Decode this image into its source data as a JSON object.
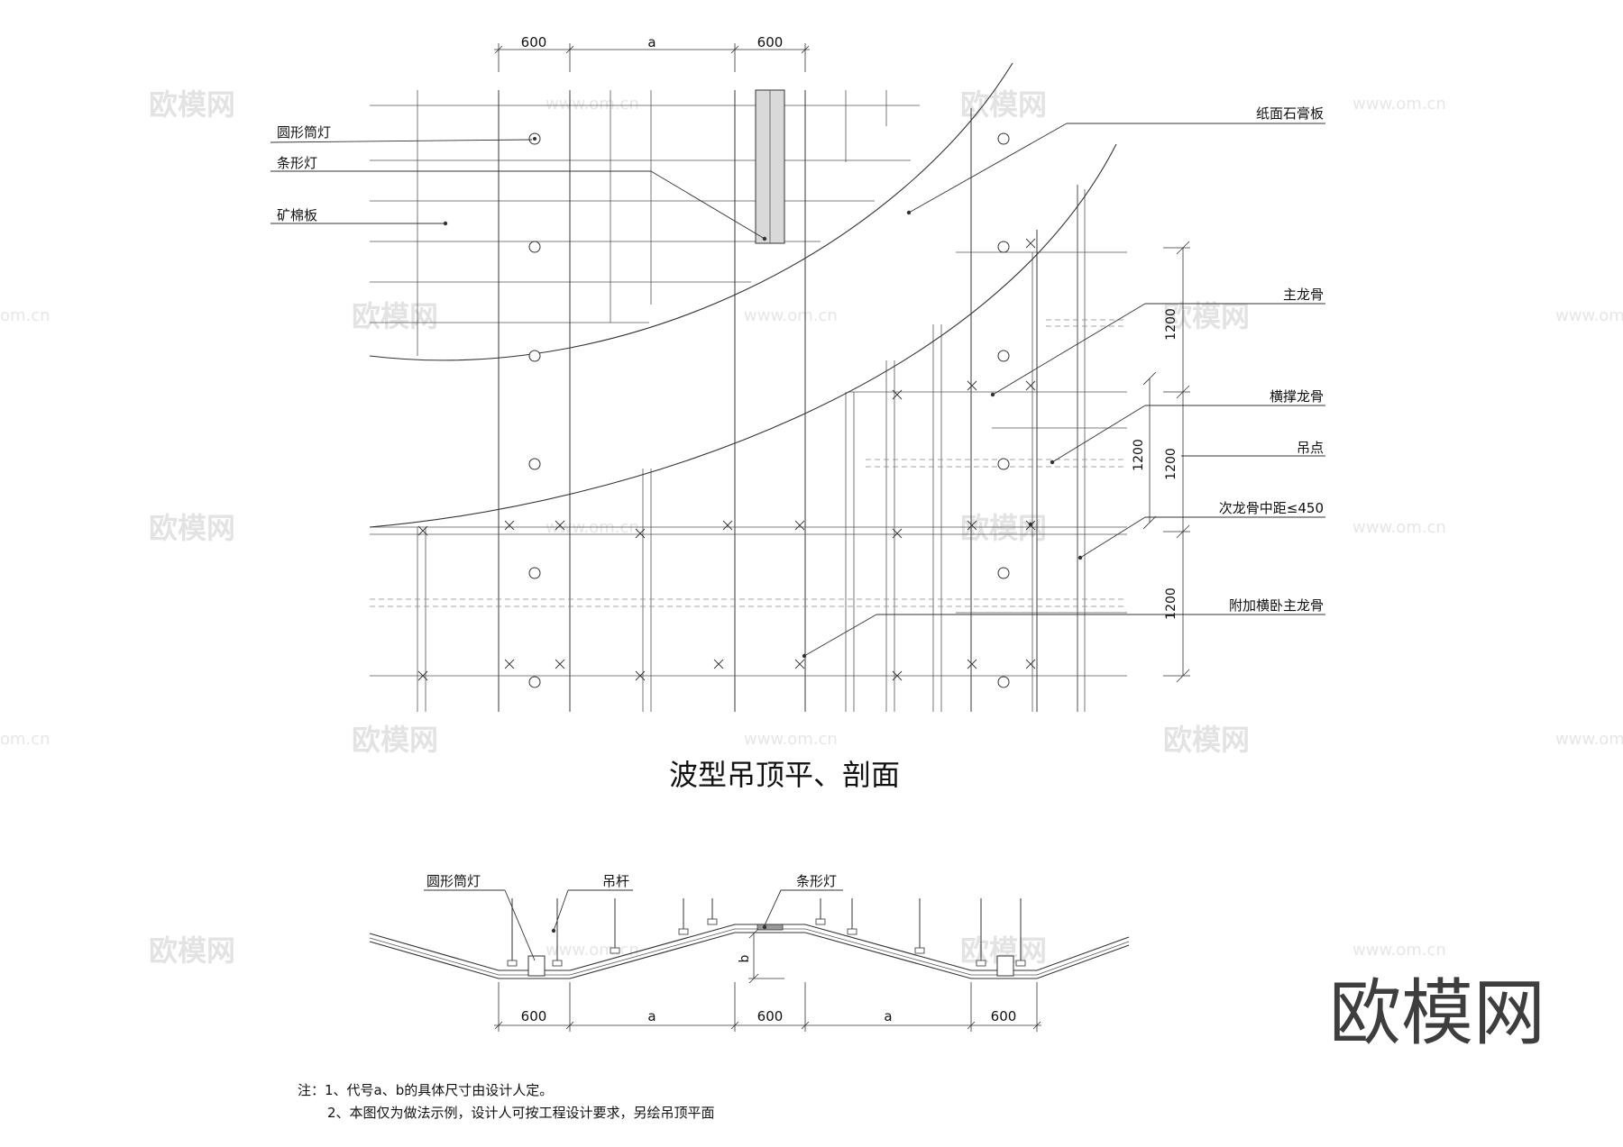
{
  "title": "波型吊顶平、剖面",
  "plan": {
    "dims_top": [
      "600",
      "a",
      "600"
    ],
    "dims_right": [
      "1200",
      "1200",
      "1200",
      "1200"
    ],
    "labels_left": [
      "圆形筒灯",
      "条形灯",
      "矿棉板"
    ],
    "labels_right": [
      "纸面石膏板",
      "主龙骨",
      "横撑龙骨",
      "吊点",
      "次龙骨中距≤450",
      "附加横卧主龙骨"
    ]
  },
  "section": {
    "labels": [
      "圆形筒灯",
      "吊杆",
      "条形灯"
    ],
    "dims_bottom": [
      "600",
      "a",
      "600",
      "a",
      "600"
    ],
    "dim_b": "b"
  },
  "notes": {
    "line1": "注：1、代号a、b的具体尺寸由设计人定。",
    "line2": "2、本图仅为做法示例，设计人可按工程设计要求，另绘吊顶平面"
  },
  "watermarks": {
    "logo": "欧模网",
    "url": "www.om.cn",
    "url_short": "om.cn"
  },
  "big_watermark": "欧模网"
}
